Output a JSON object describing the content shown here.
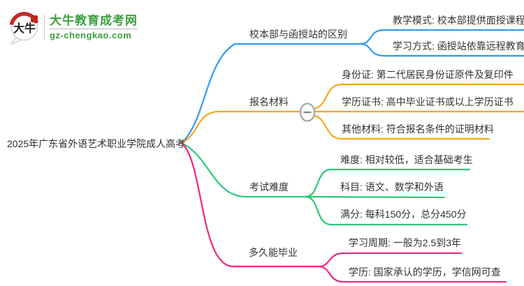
{
  "colors": {
    "blue": "#2F9BF1",
    "orange": "#F5A623",
    "green": "#2BC97A",
    "pink": "#F2257F",
    "text": "#333333",
    "brand_green": "#3AA03C",
    "collapse_border": "#9E9E9E"
  },
  "logo": {
    "icon_text": "大牛",
    "title": "大牛教育成考网",
    "domain": "gz-chengkao.com"
  },
  "root": {
    "label": "2025年广东省外语艺术职业学院成人高考"
  },
  "branches": [
    {
      "label": "校本部与函授站的区别",
      "children": [
        "教学模式: 校本部提供面授课程",
        "学习方式: 函授站依靠远程教育"
      ]
    },
    {
      "label": "报名材料",
      "collapse_symbol": "−",
      "children": [
        "身份证: 第二代居民身份证原件及复印件",
        "学历证书: 高中毕业证书或以上学历证书",
        "其他材料: 符合报名条件的证明材料"
      ]
    },
    {
      "label": "考试难度",
      "children": [
        "难度: 相对较低，适合基础考生",
        "科目: 语文、数学和外语",
        "满分: 每科150分，总分450分"
      ]
    },
    {
      "label": "多久能毕业",
      "children": [
        "学习周期: 一般为2.5到3年",
        "学历: 国家承认的学历，学信网可查"
      ]
    }
  ]
}
